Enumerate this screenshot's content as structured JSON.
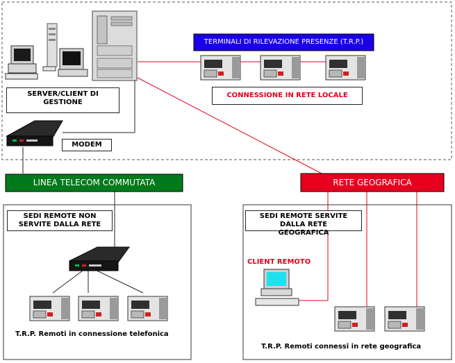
{
  "labels": {
    "server_client": "SERVER/CLIENT DI GESTIONE",
    "terminals_title": "TERMINALI DI RILEVAZIONE PRESENZE (T.R.P.)",
    "lan_connection": "CONNESSIONE IN RETE LOCALE",
    "modem": "MODEM",
    "telecom_line": "LINEA TELECOM COMMUTATA",
    "geo_network": "RETE GEOGRAFICA",
    "remote_sites_no_network": "SEDI REMOTE NON SERVITE DALLA RETE",
    "remote_sites_geo": "SEDI REMOTE SERVITE DALLA RETE GEOGRAFICA",
    "remote_client": "CLIENT REMOTO",
    "trp_phone": "T.R.P. Remoti in connessione telefonica",
    "trp_geo": "T.R.P. Remoti connessi in rete geografica"
  },
  "colors": {
    "connection_line": "#e0001a",
    "banner_blue": "#1a00e8",
    "banner_green": "#007a1a",
    "banner_red": "#e6001e",
    "title_red": "#e0001a"
  }
}
